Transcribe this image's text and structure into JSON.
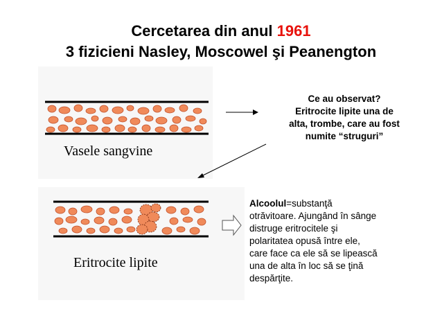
{
  "title": {
    "line1_prefix": "Cercetarea din anul ",
    "line1_year": "1961",
    "line2": "3 fizicieni Nasley, Moscowel şi Peanengton"
  },
  "top_figure": {
    "caption": "Vasele sangvine"
  },
  "bottom_figure": {
    "caption": "Eritrocite lipite"
  },
  "observation": {
    "lines": [
      "Ce au observat?",
      "Eritrocite lipite una de",
      "alta, trombe, care au fost",
      "numite “struguri”"
    ]
  },
  "alcohol": {
    "term": "Alcoolul",
    "line1_rest": "=substanţă",
    "lines": [
      "otrăvitoare. Ajungând în sânge",
      "distruge eritrocitele şi",
      "polaritatea opusă între ele,",
      "care face ca ele să se lipească",
      "una de alta în loc să se ţină",
      "despărţite."
    ]
  },
  "colors": {
    "accent": "#e8120c",
    "cell_fill": "#f08a5a",
    "cell_stroke": "#c0502a",
    "vessel_line": "#000000"
  },
  "icons": [
    "right-arrow-icon",
    "diagonal-arrow-icon",
    "block-arrow-icon"
  ]
}
